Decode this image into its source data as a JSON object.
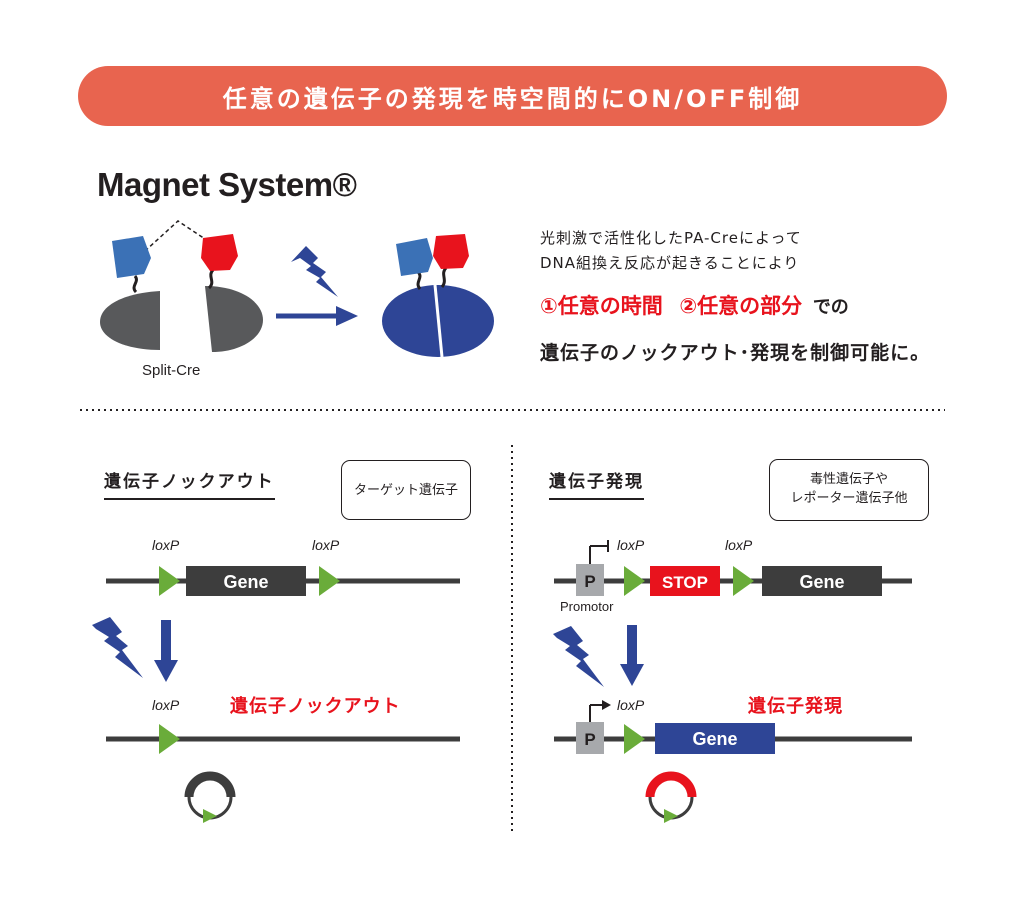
{
  "banner": {
    "title": "任意の遺伝子の発現を時空間的にON/OFF制御"
  },
  "system": {
    "title": "Magnet System®",
    "split_label": "Split-Cre"
  },
  "description": {
    "line1": "光刺激で活性化したPA-Creによって",
    "line2": "DNA組換え反応が起きることにより",
    "highlight1": "①任意の時間",
    "highlight2": "②任意の部分",
    "suffix": "での",
    "line4": "遺伝子のノックアウト･発現を制御可能に。"
  },
  "knockout": {
    "title": "遺伝子ノックアウト",
    "bubble": "ターゲット遺伝子",
    "loxp_left": "loxP",
    "loxp_right": "loxP",
    "gene": "Gene",
    "result_loxp": "loxP",
    "result_label": "遺伝子ノックアウト"
  },
  "expression": {
    "title": "遺伝子発現",
    "bubble_line1": "毒性遺伝子や",
    "bubble_line2": "レポーター遺伝子他",
    "promoter": "P",
    "promotor_label": "Promotor",
    "loxp_left": "loxP",
    "loxp_right": "loxP",
    "stop": "STOP",
    "gene": "Gene",
    "result_loxp": "loxP",
    "result_promoter": "P",
    "result_gene": "Gene",
    "result_label": "遺伝子発現"
  },
  "colors": {
    "banner": "#e8644f",
    "red": "#e8131d",
    "blue_protein": "#3b71b6",
    "cre_dark": "#58595b",
    "cre_active": "#2e4596",
    "arrow_blue": "#2e4596",
    "loxp_green": "#6aac3a",
    "gene_dark": "#3d3d3d",
    "gene_blue": "#2e4596",
    "promoter_gray": "#a7a9ac"
  }
}
